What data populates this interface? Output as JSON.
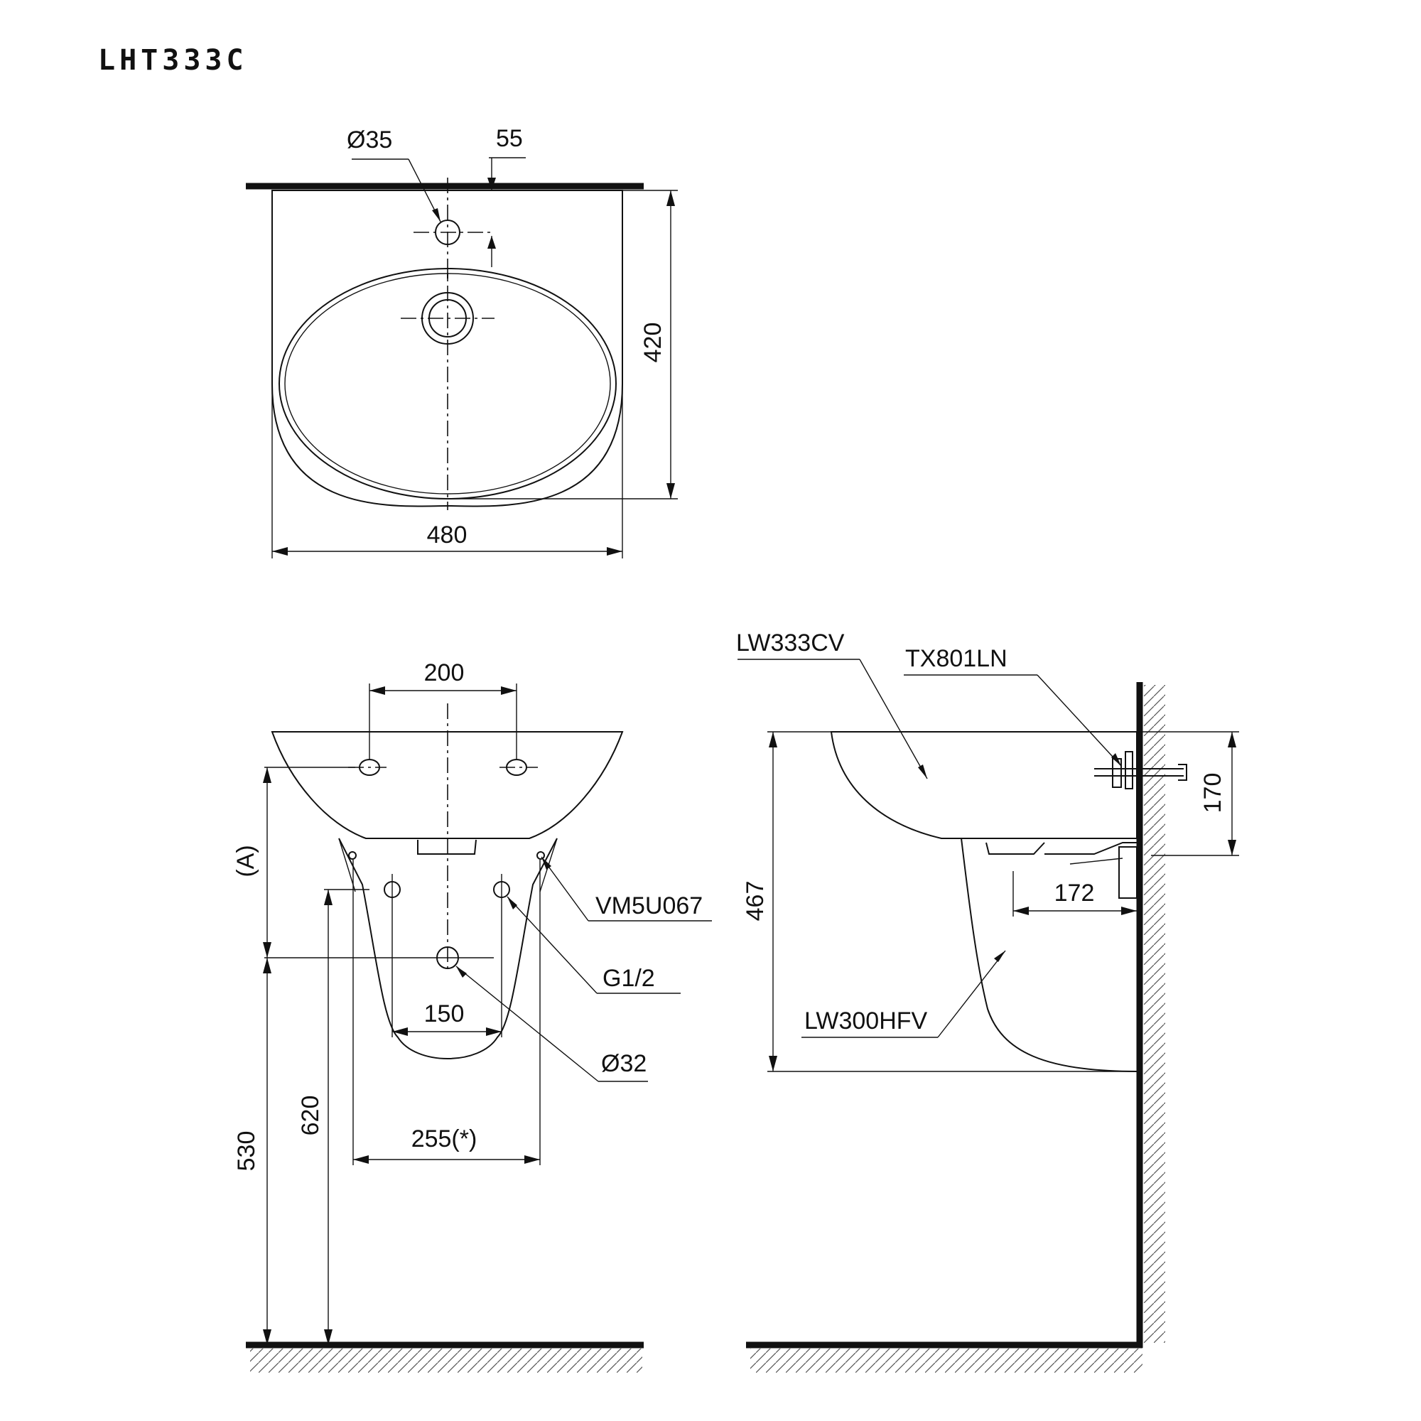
{
  "title": "LHT333C",
  "top_view": {
    "hole_diameter": "Ø35",
    "offset": "55",
    "depth": "420",
    "width": "480"
  },
  "front_view": {
    "hole_spacing": "200",
    "height_a": "(A)",
    "bracket_part": "VM5U067",
    "thread": "G1/2",
    "supply_spacing": "150",
    "drain_diameter": "Ø32",
    "pedestal_width": "255(*)",
    "drain_height": "530",
    "supply_height": "620"
  },
  "side_view": {
    "basin_part": "LW333CV",
    "trap_part": "TX801LN",
    "pedestal_part": "LW300HFV",
    "trap_height": "170",
    "trap_projection": "172",
    "basin_height": "467"
  }
}
